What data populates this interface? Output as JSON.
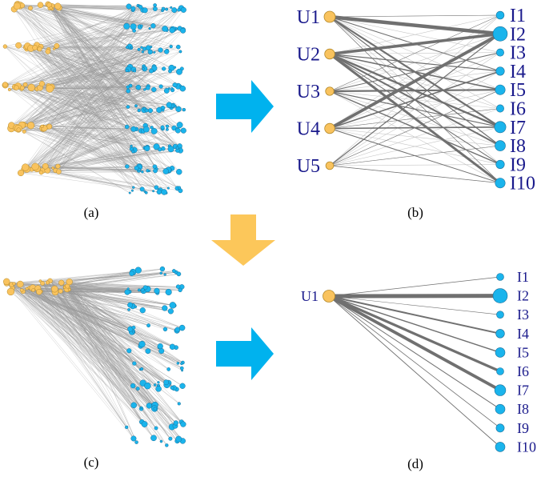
{
  "colors": {
    "user_node": "#f9c35e",
    "user_stroke": "#b58a2a",
    "item_node": "#1ab4ec",
    "item_stroke": "#1a6f99",
    "edge": "#707070",
    "edge_light": "#c6c6c6",
    "label": "#1a1a8c",
    "arrow_blue": "#00b2ee",
    "arrow_orange": "#fcc75a"
  },
  "captions": {
    "a": "(a)",
    "b": "(b)",
    "c": "(c)",
    "d": "(d)"
  },
  "panel_b": {
    "users": [
      {
        "label": "U1",
        "size": 1.0
      },
      {
        "label": "U2",
        "size": 0.9
      },
      {
        "label": "U3",
        "size": 0.75
      },
      {
        "label": "U4",
        "size": 0.9
      },
      {
        "label": "U5",
        "size": 0.7
      }
    ],
    "items": [
      {
        "label": "I1",
        "size": 0.8
      },
      {
        "label": "I2",
        "size": 1.45
      },
      {
        "label": "I3",
        "size": 0.75
      },
      {
        "label": "I4",
        "size": 0.85
      },
      {
        "label": "I5",
        "size": 1.0
      },
      {
        "label": "I6",
        "size": 0.75
      },
      {
        "label": "I7",
        "size": 1.15
      },
      {
        "label": "I8",
        "size": 1.05
      },
      {
        "label": "I9",
        "size": 0.85
      },
      {
        "label": "I10",
        "size": 1.0
      }
    ],
    "edges": [
      {
        "u": 0,
        "i": 1,
        "w": 4.5
      },
      {
        "u": 0,
        "i": 6,
        "w": 2.2
      },
      {
        "u": 0,
        "i": 7,
        "w": 1.2
      },
      {
        "u": 0,
        "i": 3,
        "w": 1.0
      },
      {
        "u": 0,
        "i": 9,
        "w": 0.6
      },
      {
        "u": 0,
        "i": 0,
        "w": 0.5
      },
      {
        "u": 1,
        "i": 1,
        "w": 3.6
      },
      {
        "u": 1,
        "i": 9,
        "w": 3.0
      },
      {
        "u": 1,
        "i": 6,
        "w": 2.4
      },
      {
        "u": 1,
        "i": 7,
        "w": 2.0
      },
      {
        "u": 1,
        "i": 4,
        "w": 1.6
      },
      {
        "u": 1,
        "i": 3,
        "w": 1.2
      },
      {
        "u": 1,
        "i": 8,
        "w": 1.0
      },
      {
        "u": 2,
        "i": 4,
        "w": 2.2
      },
      {
        "u": 2,
        "i": 8,
        "w": 1.4
      },
      {
        "u": 2,
        "i": 6,
        "w": 1.2
      },
      {
        "u": 2,
        "i": 2,
        "w": 1.0
      },
      {
        "u": 2,
        "i": 0,
        "w": 0.5
      },
      {
        "u": 3,
        "i": 1,
        "w": 3.8
      },
      {
        "u": 3,
        "i": 6,
        "w": 1.6
      },
      {
        "u": 3,
        "i": 3,
        "w": 1.6
      },
      {
        "u": 3,
        "i": 9,
        "w": 1.0
      },
      {
        "u": 3,
        "i": 5,
        "w": 0.6
      },
      {
        "u": 4,
        "i": 1,
        "w": 1.2
      },
      {
        "u": 4,
        "i": 9,
        "w": 0.7
      },
      {
        "u": 4,
        "i": 4,
        "w": 0.6
      },
      {
        "u": 4,
        "i": 7,
        "w": 0.5
      }
    ]
  },
  "panel_d": {
    "user": {
      "label": "U1",
      "size": 1.0
    },
    "items": [
      {
        "label": "I1",
        "size": 0.75,
        "w": 0.8
      },
      {
        "label": "I2",
        "size": 1.5,
        "w": 5.0
      },
      {
        "label": "I3",
        "size": 0.75,
        "w": 0.6
      },
      {
        "label": "I4",
        "size": 0.9,
        "w": 2.0
      },
      {
        "label": "I5",
        "size": 1.0,
        "w": 1.4
      },
      {
        "label": "I6",
        "size": 0.75,
        "w": 3.2
      },
      {
        "label": "I7",
        "size": 1.15,
        "w": 3.8
      },
      {
        "label": "I8",
        "size": 1.0,
        "w": 1.0
      },
      {
        "label": "I9",
        "size": 0.85,
        "w": 0.8
      },
      {
        "label": "I10",
        "size": 1.0,
        "w": 0.9
      }
    ]
  }
}
